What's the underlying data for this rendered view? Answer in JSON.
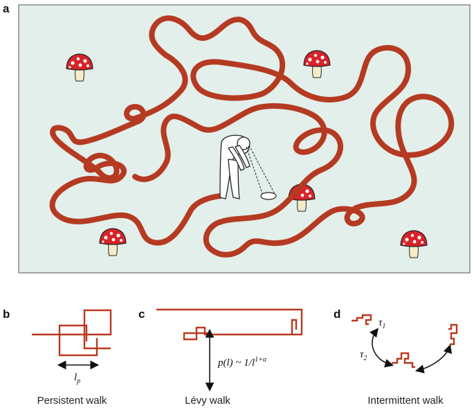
{
  "panel_a": {
    "letter": "a",
    "background": "#e3efea",
    "trail_color": "#b53a22"
  },
  "panel_b": {
    "letter": "b",
    "caption": "Persistent walk",
    "length_symbol": "l",
    "length_sub": "p"
  },
  "panel_c": {
    "letter": "c",
    "caption": "Lévy walk",
    "formula": "p(l) ~ 1/l",
    "formula_exp": "1+α"
  },
  "panel_d": {
    "letter": "d",
    "caption": "Intermittent walk",
    "tau1": "τ",
    "tau1_sub": "1",
    "tau2": "τ",
    "tau2_sub": "2"
  },
  "colors": {
    "walk": "#b9381f",
    "mushroom_cap": "#d8232a",
    "mushroom_stem": "#f4ecc8"
  }
}
